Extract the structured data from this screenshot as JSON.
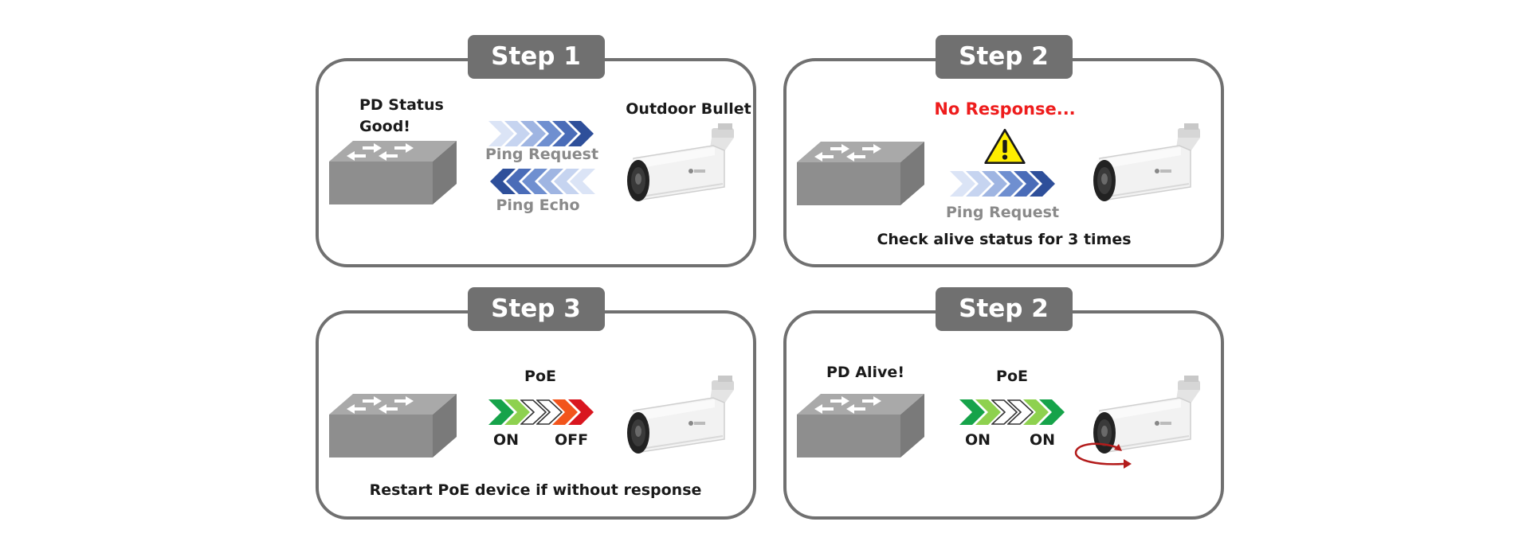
{
  "colors": {
    "frame": "#707070",
    "tab": "#707070",
    "switch_top": "#a9a9a9",
    "switch_front": "#8e8e8e",
    "switch_side": "#7a7a7a",
    "blue_dark": "#2e4f9a",
    "blue_mid": "#6f8fd0",
    "blue_light": "#c6d4f0",
    "green_dark": "#16a34a",
    "green_light": "#8ed14f",
    "orange": "#f2541b",
    "red": "#d9161f",
    "warning_yellow": "#ffee00",
    "no_response_red": "#ee1c1c",
    "motion_red": "#b31b1b"
  },
  "panels": [
    {
      "tab": "Step 1",
      "status": "PD Status\nGood!",
      "device": "Outdoor Bullet",
      "request_label": "Ping Request",
      "echo_label": "Ping Echo",
      "icons": [
        "network-switch-icon",
        "ip-camera-icon",
        "ping-request-arrows-icon",
        "ping-echo-arrows-icon"
      ]
    },
    {
      "tab": "Step 2",
      "alert": "No Response...",
      "request_label": "Ping Request",
      "caption": "Check alive status for 3 times",
      "icons": [
        "network-switch-icon",
        "warning-icon",
        "ping-request-arrows-icon",
        "ip-camera-icon"
      ]
    },
    {
      "tab": "Step 3",
      "poe_label": "PoE",
      "state_left": "ON",
      "state_right": "OFF",
      "caption": "Restart PoE device if without response",
      "icons": [
        "network-switch-icon",
        "poe-on-off-arrows-icon",
        "ip-camera-icon"
      ]
    },
    {
      "tab": "Step 2",
      "status": "PD Alive!",
      "poe_label": "PoE",
      "state_left": "ON",
      "state_right": "ON",
      "icons": [
        "network-switch-icon",
        "poe-on-on-arrows-icon",
        "ip-camera-icon",
        "rotation-arrow-icon"
      ]
    }
  ]
}
